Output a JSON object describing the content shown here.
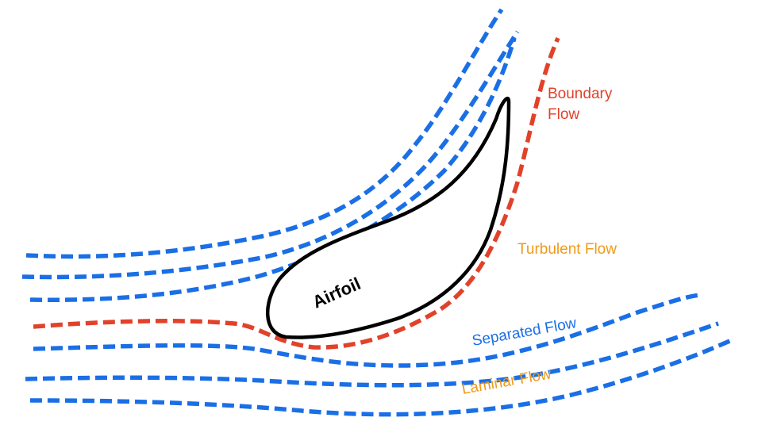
{
  "colors": {
    "streamline": "#1a6fe6",
    "boundary": "#e2412a",
    "airfoil_outline": "#000000",
    "label_blue": "#1a6fe6",
    "label_red": "#e2412a",
    "label_orange": "#f09a1a"
  },
  "labels": {
    "airfoil": "Airfoil",
    "boundary_line1": "Boundary",
    "boundary_line2": "Flow",
    "turbulent": "Turbulent Flow",
    "separated": "Separated Flow",
    "laminar": "Laminar Flow"
  }
}
